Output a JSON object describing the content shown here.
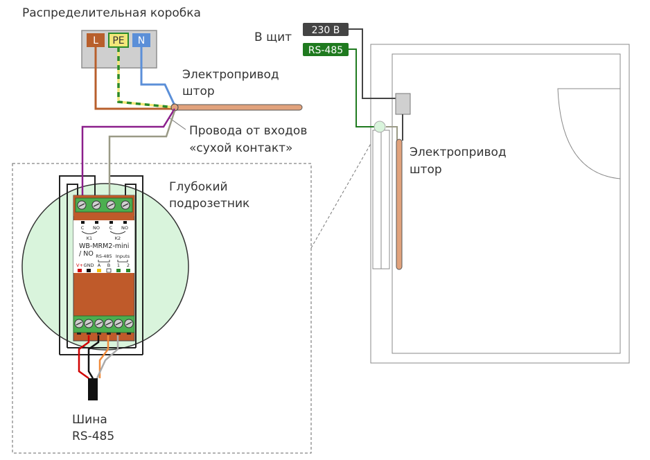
{
  "labels": {
    "junction_box": "Распределительная коробка",
    "to_panel": "В щит",
    "drive_top_1": "Электропривод",
    "drive_top_2": "штор",
    "inputs_1": "Провода от входов",
    "inputs_2": "«сухой контакт»",
    "deep_box_1": "Глубокий",
    "deep_box_2": "подрозетник",
    "drive_right_1": "Электропривод",
    "drive_right_2": "штор",
    "bus_1": "Шина",
    "bus_2": "RS-485"
  },
  "terminals": {
    "l": "L",
    "pe": "PE",
    "n": "N"
  },
  "tags": {
    "voltage": "230 В",
    "rs485": "RS-485"
  },
  "module": {
    "name_1": "WB-MRM2-mini",
    "name_2": "/ NO",
    "c1": "C",
    "no1": "NO",
    "k1": "K1",
    "c2": "C",
    "no2": "NO",
    "k2": "K2",
    "rs485": "RS-485",
    "inputs": "Inputs",
    "vplus": "V+",
    "gnd": "GND",
    "a": "A",
    "b": "B",
    "in1": "1",
    "in2": "2"
  },
  "colors": {
    "phase": "#b85f2c",
    "pe_green": "#2a8a2a",
    "pe_yellow": "#f2e77a",
    "neutral": "#5b8fd8",
    "module_body": "#bf5a2a",
    "terminal_green": "#4caf50",
    "circle_fill": "#d9f4dc",
    "purple": "#8b1e8b",
    "grey_wire": "#9a9a86",
    "drive_rod": "#e1a27c",
    "rs485_tag": "#1f7a1f",
    "voltage_tag": "#444444"
  }
}
